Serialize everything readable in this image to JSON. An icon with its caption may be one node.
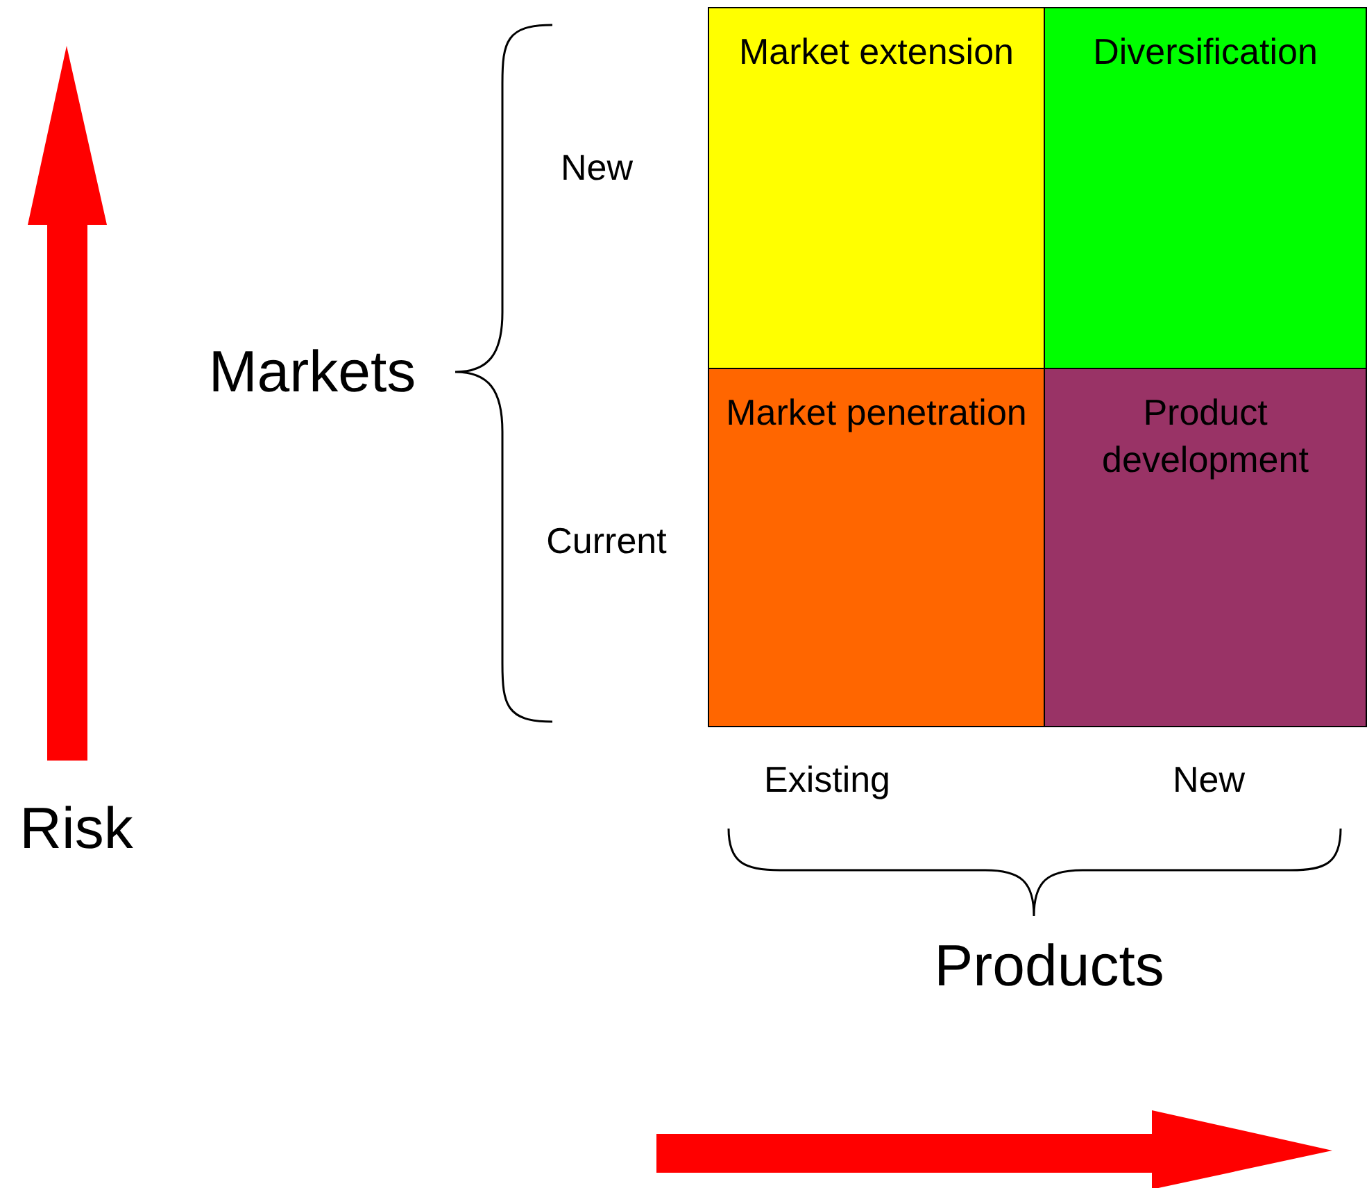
{
  "diagram": {
    "nodes": [
      {
        "text": [
          "Market extension"
        ]
      },
      {
        "text": [
          "Diversification"
        ]
      },
      {
        "text": [
          "Market penetration"
        ]
      },
      {
        "text": [
          "Product development"
        ]
      }
    ],
    "labels": [
      "New",
      "Markets",
      "Current",
      "Existing",
      "New",
      "Products",
      "Risk"
    ]
  }
}
